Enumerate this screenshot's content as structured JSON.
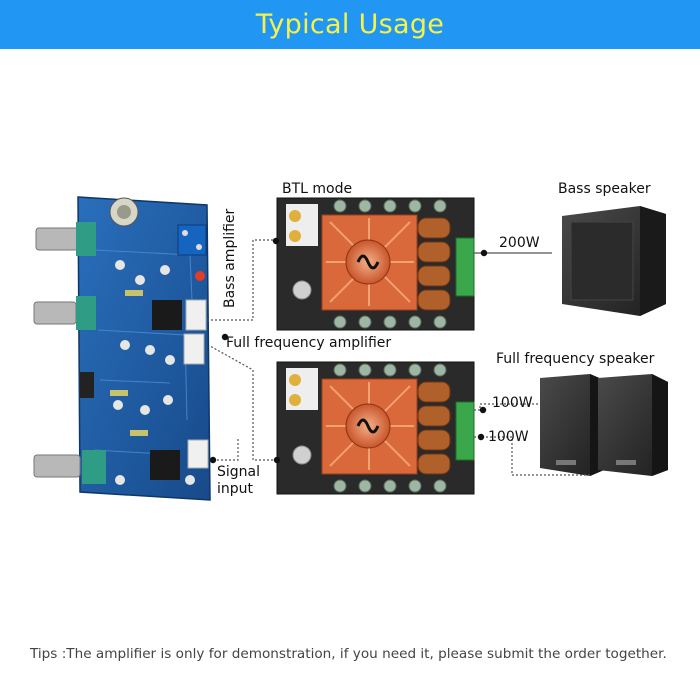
{
  "header": {
    "title": "Typical Usage",
    "bg_color": "#2196f3",
    "title_color": "#f7f24a"
  },
  "labels": {
    "btl_mode": "BTL mode",
    "bass_amplifier": "Bass amplifier",
    "full_frequency_amplifier": "Full frequency amplifier",
    "signal_input_line1": "Signal",
    "signal_input_line2": "input",
    "bass_speaker": "Bass speaker",
    "full_frequency_speaker": "Full frequency speaker",
    "power_200w": "200W",
    "power_100w_a": "100W",
    "power_100w_b": "100W"
  },
  "tips": "Tips :The amplifier is only for demonstration, if you need it, please submit the order together.",
  "colors": {
    "pcb_blue": "#1e5fa8",
    "amp_board": "#2a2a2a",
    "heatsink": "#d9683a",
    "speaker": "#3a3a3a"
  },
  "icons": [
    "preamp-board-image",
    "amplifier-board-image",
    "bass-speaker-image",
    "bookshelf-speaker-image"
  ]
}
